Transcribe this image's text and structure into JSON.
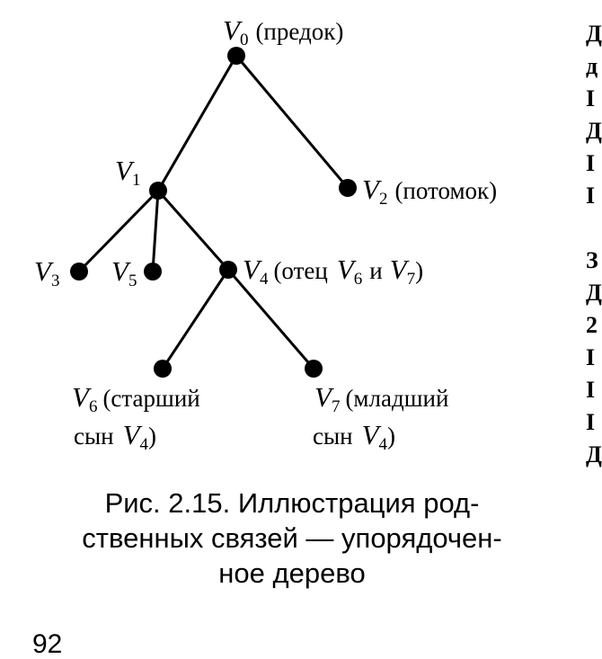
{
  "tree": {
    "nodes": [
      {
        "id": "v0",
        "var": "V",
        "sub": "0",
        "note": "(предок)"
      },
      {
        "id": "v1",
        "var": "V",
        "sub": "1",
        "note": ""
      },
      {
        "id": "v2",
        "var": "V",
        "sub": "2",
        "note": "(потомок)"
      },
      {
        "id": "v3",
        "var": "V",
        "sub": "3",
        "note": ""
      },
      {
        "id": "v5",
        "var": "V",
        "sub": "5",
        "note": ""
      },
      {
        "id": "v4",
        "var": "V",
        "sub": "4",
        "note_parts": [
          "(отец",
          "и",
          ")"
        ],
        "refs": [
          {
            "var": "V",
            "sub": "6"
          },
          {
            "var": "V",
            "sub": "7"
          }
        ]
      },
      {
        "id": "v6",
        "var": "V",
        "sub": "6",
        "line1": "(старший",
        "line2": "сын",
        "ref": {
          "var": "V",
          "sub": "4"
        },
        "close": ")"
      },
      {
        "id": "v7",
        "var": "V",
        "sub": "7",
        "line1": "(младший",
        "line2": "сын",
        "ref": {
          "var": "V",
          "sub": "4"
        },
        "close": ")"
      }
    ],
    "edges": [
      [
        "v0",
        "v1"
      ],
      [
        "v0",
        "v2"
      ],
      [
        "v1",
        "v3"
      ],
      [
        "v1",
        "v5"
      ],
      [
        "v1",
        "v4"
      ],
      [
        "v4",
        "v6"
      ],
      [
        "v4",
        "v7"
      ]
    ]
  },
  "caption": {
    "line1": "Рис. 2.15. Иллюстрация род-",
    "line2": "ственных связей — упорядочен-",
    "line3": "ное дерево"
  },
  "page_number": "92",
  "right_edge_glyphs": [
    "Д",
    "д",
    "I",
    "Д",
    "I",
    "I",
    "",
    "З",
    "Д",
    "2",
    "I",
    "I",
    "I",
    "Д"
  ]
}
